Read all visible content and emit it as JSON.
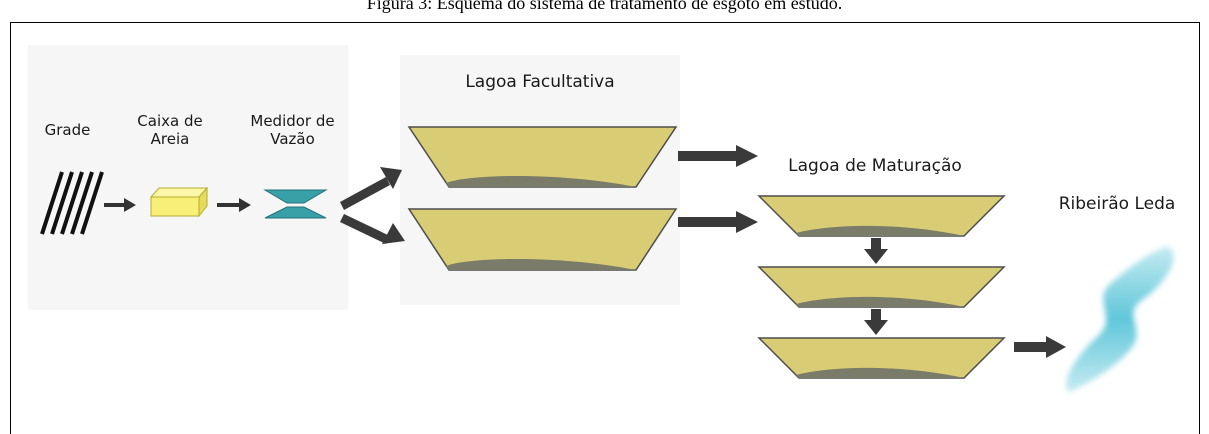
{
  "figure": {
    "caption": "Figura 3: Esquema do sistema de tratamento de esgoto em estudo."
  },
  "labels": {
    "grade": "Grade",
    "caixa_de_areia_line1": "Caixa de",
    "caixa_de_areia_line2": "Areia",
    "medidor_line1": "Medidor de",
    "medidor_line2": "Vazão",
    "lagoa_facultativa": "Lagoa Facultativa",
    "lagoa_maturacao": "Lagoa de Maturação",
    "ribeirao": "Ribeirão Leda"
  },
  "colors": {
    "pond_fill": "#d8cd74",
    "pond_sediment": "#7b7b6a",
    "pond_border": "#4d4d4d",
    "arrow": "#3a3a3a",
    "sand_box": "#f7ef78",
    "flow_meter": "#3aa0a8",
    "river": "#4fc1d6",
    "screen_bars": "#111111"
  }
}
